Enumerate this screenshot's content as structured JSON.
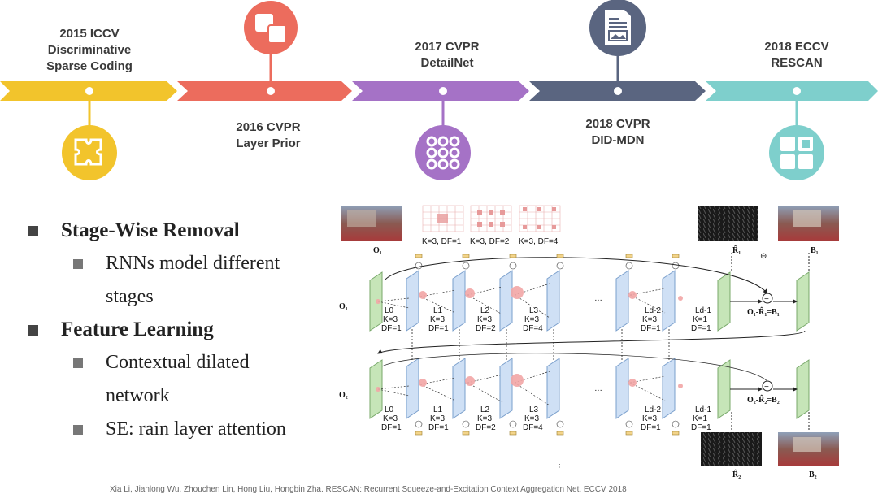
{
  "timeline": [
    {
      "id": "iccv2015",
      "line1": "2015 ICCV",
      "line2": "Discriminative",
      "line3": "Sparse Coding",
      "color": "#f2c42c",
      "icon": "puzzle-icon"
    },
    {
      "id": "cvpr2016",
      "line1": "2016 CVPR",
      "line2": "Layer Prior",
      "color": "#ec6c5d",
      "icon": "layers-icon"
    },
    {
      "id": "cvpr2017",
      "line1": "2017 CVPR",
      "line2": "DetailNet",
      "color": "#a572c6",
      "icon": "grid-nodes-icon"
    },
    {
      "id": "cvpr2018",
      "line1": "2018 CVPR",
      "line2": "DID-MDN",
      "color": "#5a6580",
      "icon": "document-icon"
    },
    {
      "id": "eccv2018",
      "line1": "2018 ECCV",
      "line2": "RESCAN",
      "color": "#7ecfcc",
      "icon": "tiles-icon"
    }
  ],
  "bullets": [
    {
      "level": 1,
      "text": "Stage-Wise Removal"
    },
    {
      "level": 2,
      "text": "RNNs model different"
    },
    {
      "level": 2,
      "text": "stages",
      "cont": true
    },
    {
      "level": 1,
      "text": "Feature Learning"
    },
    {
      "level": 2,
      "text": "Contextual dilated"
    },
    {
      "level": 2,
      "text": "network",
      "cont": true
    },
    {
      "level": 2,
      "text": "SE: rain layer attention"
    }
  ],
  "diagram": {
    "kernels": [
      "K=3, DF=1",
      "K=3, DF=2",
      "K=3, DF=4"
    ],
    "o1": "O₁",
    "o2": "O₂",
    "r1": "R̂₁",
    "r2": "R̂₂",
    "b1": "B₁",
    "b2": "B₂",
    "eq1": "O₁-R̂₁=B₁",
    "eq2": "O₂-R̂₂=B₂",
    "ellipsis": "…",
    "vdots": "⋮",
    "layers": [
      {
        "name": "L0",
        "k": "K=3",
        "df": "DF=1"
      },
      {
        "name": "L1",
        "k": "K=3",
        "df": "DF=1"
      },
      {
        "name": "L2",
        "k": "K=3",
        "df": "DF=2"
      },
      {
        "name": "L3",
        "k": "K=3",
        "df": "DF=4"
      },
      {
        "name": "Ld-2",
        "k": "K=3",
        "df": "DF=1"
      },
      {
        "name": "Ld-1",
        "k": "K=1",
        "df": "DF=1"
      }
    ],
    "layers_row2": [
      {
        "name": "L0",
        "k": "K=3",
        "df": "DF=1"
      },
      {
        "name": "L1",
        "k": "K=3",
        "df": "DF=1"
      },
      {
        "name": "L2",
        "k": "K=3",
        "df": "DF=2"
      },
      {
        "name": "L3",
        "k": "K=3",
        "df": "DF=4"
      },
      {
        "name": "Ld-2",
        "k": "K=3",
        "df": "DF=1"
      },
      {
        "name": "Ld-1",
        "k": "K=1",
        "df": "DF=1"
      }
    ]
  },
  "citation": "Xia Li, Jianlong Wu, Zhouchen Lin, Hong Liu, Hongbin Zha. RESCAN: Recurrent Squeeze-and-Excitation Context Aggregation Net. ECCV 2018"
}
